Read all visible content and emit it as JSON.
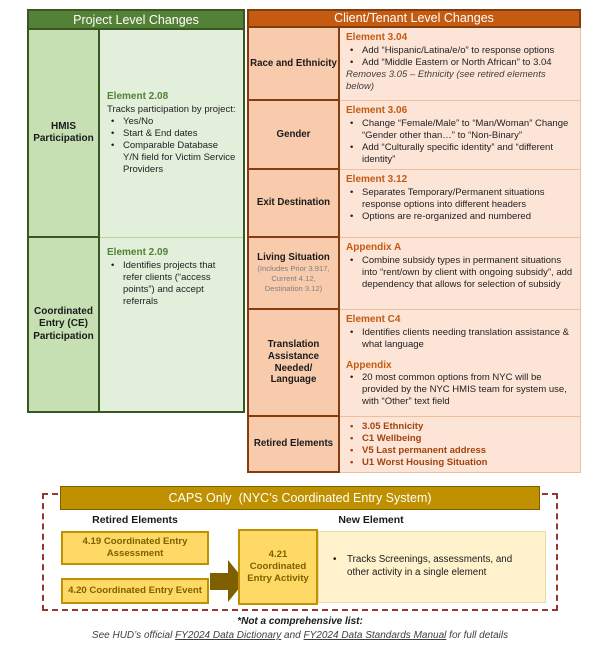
{
  "colors": {
    "project_header_bg": "#538135",
    "project_border": "#385723",
    "project_label_bg": "#C6E0B4",
    "project_content_bg": "#E2EFDA",
    "client_header_bg": "#C55A11",
    "client_border": "#843C0C",
    "client_label_bg": "#F8CBAD",
    "client_content_bg": "#FCE4D6",
    "retired_item_text": "#A3430E",
    "caps_header_bg": "#BF9000",
    "caps_box_bg": "#FFD966",
    "caps_box_border": "#BF9000",
    "caps_box_text": "#7F6000",
    "caps_panel_bg": "#FFF2CC",
    "caps_arrow": "#7F6000",
    "caps_dashed_border": "#943634"
  },
  "left": {
    "header": "Project Level Changes",
    "rows": [
      {
        "label_lines": [
          "HMIS",
          "Participation"
        ],
        "element": "Element 2.08",
        "intro": "Tracks participation by project:",
        "bullets": [
          "Yes/No",
          "Start & End dates",
          "Comparable Database Y/N field for Victim Service Providers"
        ]
      },
      {
        "label_lines": [
          "Coordinated",
          "Entry (CE)",
          "Participation"
        ],
        "element": "Element 2.09",
        "bullets": [
          "Identifies projects that refer clients (“access points”) and accept referrals"
        ]
      }
    ]
  },
  "right": {
    "header": "Client/Tenant Level Changes",
    "race": {
      "label_lines": [
        "Race and Ethnicity"
      ],
      "element": "Element 3.04",
      "bullets": [
        "Add “Hispanic/Latina/e/o” to response options",
        "Add “Middle Eastern or North African” to 3.04"
      ],
      "note": "Removes 3.05 – Ethnicity (see retired elements below)"
    },
    "gender": {
      "label_lines": [
        "Gender"
      ],
      "element": "Element 3.06",
      "bullets": [
        "Change “Female/Male” to “Man/Woman” Change “Gender other than…” to “Non-Binary”",
        "Add “Culturally specific identity” and “different identity”"
      ]
    },
    "exit": {
      "label_lines": [
        "Exit Destination"
      ],
      "element": "Element 3.12",
      "bullets": [
        "Separates Temporary/Permanent situations response options into different headers",
        "Options are re-organized and numbered"
      ]
    },
    "living": {
      "label_lines": [
        "Living Situation"
      ],
      "sublabel_lines": [
        "(Includes Prior 3.917,",
        "Current 4.12,",
        "Destination 3.12)"
      ],
      "element": "Appendix A",
      "bullets": [
        "Combine subsidy types in permanent situations into “rent/own by client with ongoing subsidy”, add dependency that allows for selection of subsidy"
      ]
    },
    "translation": {
      "label_lines": [
        "Translation",
        "Assistance Needed/",
        "Language"
      ],
      "element": "Element C4",
      "bullets": [
        "Identifies clients needing translation assistance & what language"
      ],
      "element2": "Appendix",
      "bullets2": [
        "20 most common options from NYC will be provided by the NYC HMIS team for system use, with “Other” text field"
      ]
    },
    "retired": {
      "label_lines": [
        "Retired Elements"
      ],
      "items": [
        "3.05 Ethnicity",
        "C1 Wellbeing",
        "V5 Last permanent address",
        "U1 Worst Housing Situation"
      ]
    }
  },
  "caps": {
    "header": "CAPS Only  (NYC’s Coordinated Entry System)",
    "retired_heading": "Retired Elements",
    "new_heading": "New Element",
    "box_419": "4.19 Coordinated Entry Assessment",
    "box_420": "4.20 Coordinated Entry Event",
    "box_421_lines": [
      "4.21",
      "Coordinated",
      "Entry Activity"
    ],
    "new_bullet": "Tracks Screenings, assessments, and other activity in a single element"
  },
  "footer": {
    "note": "*Not a comprehensive list:",
    "see_prefix": "See HUD’s official ",
    "link_dictionary": "FY2024 Data Dictionary",
    "between": " and ",
    "link_manual": "FY2024 Data Standards Manual",
    "suffix": " for full details"
  }
}
